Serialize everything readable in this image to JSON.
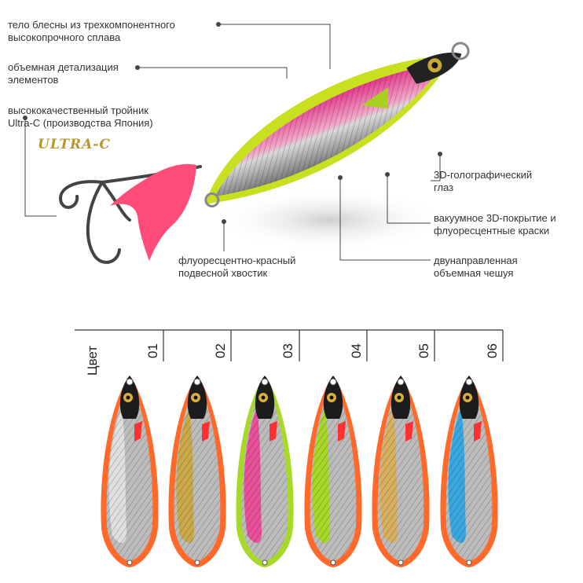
{
  "callouts": {
    "body": {
      "line1": "тело блесны из трехкомпонентного",
      "line2": "высокопрочного сплава"
    },
    "detail": {
      "line1": "объемная детализация",
      "line2": "элементов"
    },
    "hook": {
      "line1": "высококачественный тройник",
      "line2": "Ultra-C (производства Япония)"
    },
    "eye": {
      "line1": "3D-голографический",
      "line2": "глаз"
    },
    "coating": {
      "line1": "вакуумное 3D-покрытие и",
      "line2": "флуоресцентные краски"
    },
    "scales": {
      "line1": "двунаправленная",
      "line2": "объемная чешуя"
    },
    "tail": {
      "line1": "флуоресцентно-красный",
      "line2": "подвесной хвостик"
    }
  },
  "logo_text": "ULTRA-C",
  "color_row": {
    "header": "Цвет",
    "codes": [
      "01",
      "02",
      "03",
      "04",
      "05",
      "06"
    ]
  },
  "lure_colors": [
    {
      "code": "01",
      "stripe": "#e0e0e0",
      "edge": "#ff6a2a"
    },
    {
      "code": "02",
      "stripe": "#c9a94a",
      "edge": "#ff6a2a"
    },
    {
      "code": "03",
      "stripe": "#e8509a",
      "edge": "#a8d82a"
    },
    {
      "code": "04",
      "stripe": "#a8d82a",
      "edge": "#ff6a2a"
    },
    {
      "code": "05",
      "stripe": "#d8b060",
      "edge": "#ff6a2a"
    },
    {
      "code": "06",
      "stripe": "#3aa8e0",
      "edge": "#ff6a2a"
    }
  ]
}
